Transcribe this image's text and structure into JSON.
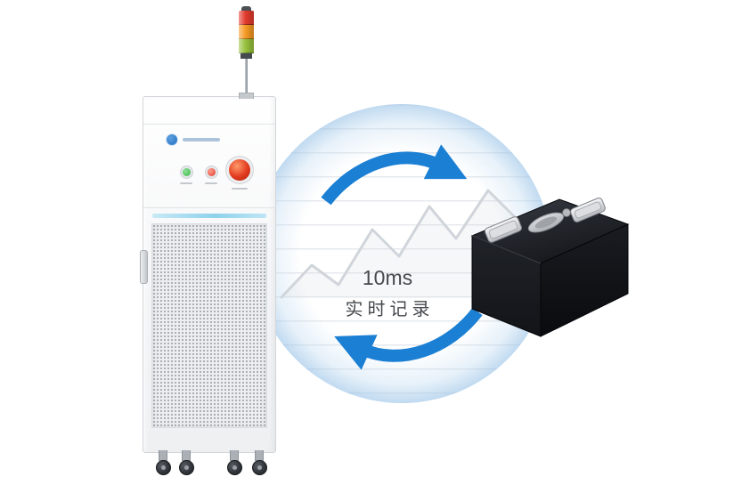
{
  "graphic": {
    "value_text": "10ms",
    "caption_text": "实时记录"
  },
  "icons": {
    "signal_tower": "stack-light",
    "cycle_arrows": "circular-refresh-arrows",
    "trend_line": "zigzag-trend-line",
    "emergency_stop": "round-red-button",
    "battery": "prismatic-battery-cell"
  },
  "colors": {
    "arrow_blue": "#1b7fd4",
    "circle_rim": "#6aa6d8",
    "tower_red": "#e23a2c",
    "tower_amber": "#f59a23",
    "tower_green": "#97c13c",
    "led_green": "#3cb44a",
    "led_red": "#e0392c",
    "estop_red": "#e23a1f",
    "battery_black": "#17191d",
    "trend_gray": "#d0d5db",
    "text_dark": "#46494d",
    "brand_blue": "#1f6fbe",
    "vent_strip_blue": "#8ed2ec"
  }
}
